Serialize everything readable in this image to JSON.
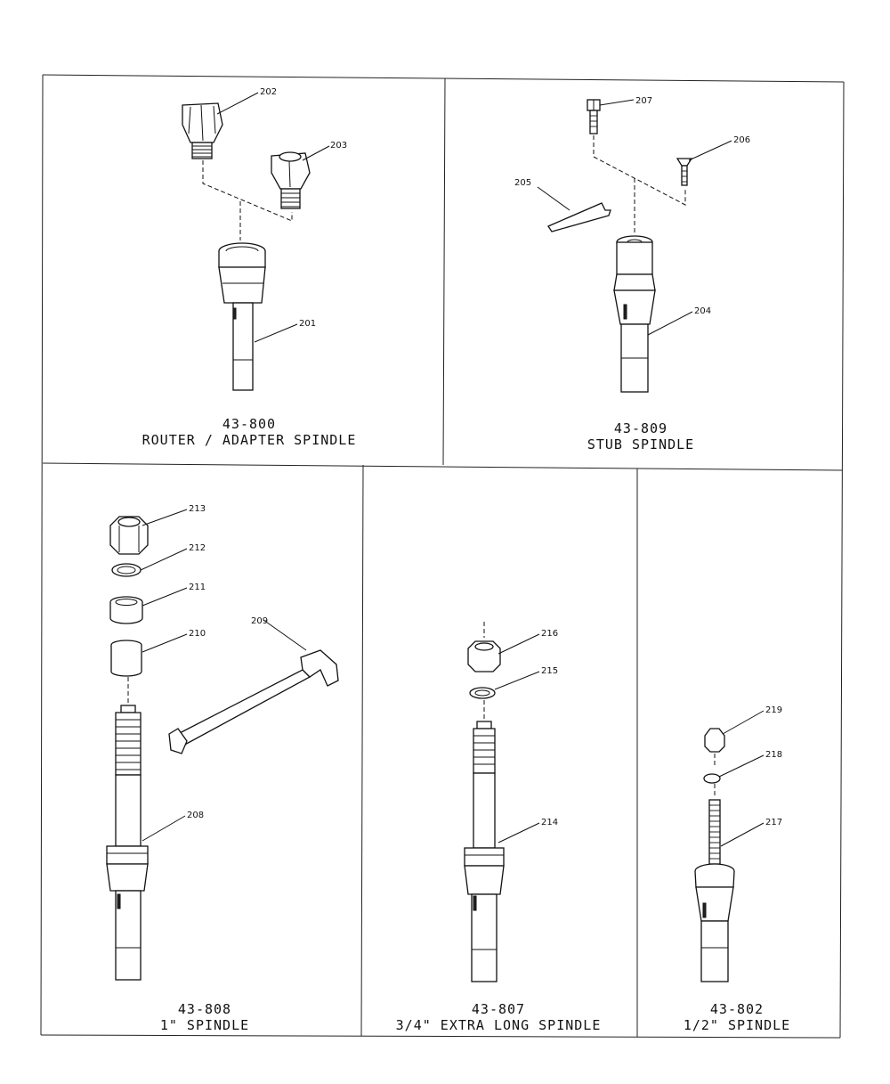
{
  "panels": [
    {
      "id": "router",
      "number": "43-800",
      "name": "ROUTER / ADAPTER SPINDLE"
    },
    {
      "id": "stub",
      "number": "43-809",
      "name": "STUB SPINDLE"
    },
    {
      "id": "one-inch",
      "number": "43-808",
      "name": "1\" SPINDLE"
    },
    {
      "id": "three-quarter",
      "number": "43-807",
      "name": "3/4\" EXTRA LONG SPINDLE"
    },
    {
      "id": "half-inch",
      "number": "43-802",
      "name": "1/2\" SPINDLE"
    }
  ],
  "callouts": {
    "c201": "201",
    "c202": "202",
    "c203": "203",
    "c204": "204",
    "c205": "205",
    "c206": "206",
    "c207": "207",
    "c208": "208",
    "c209": "209",
    "c210": "210",
    "c211": "211",
    "c212": "212",
    "c213": "213",
    "c214": "214",
    "c215": "215",
    "c216": "216",
    "c217": "217",
    "c218": "218",
    "c219": "219"
  }
}
